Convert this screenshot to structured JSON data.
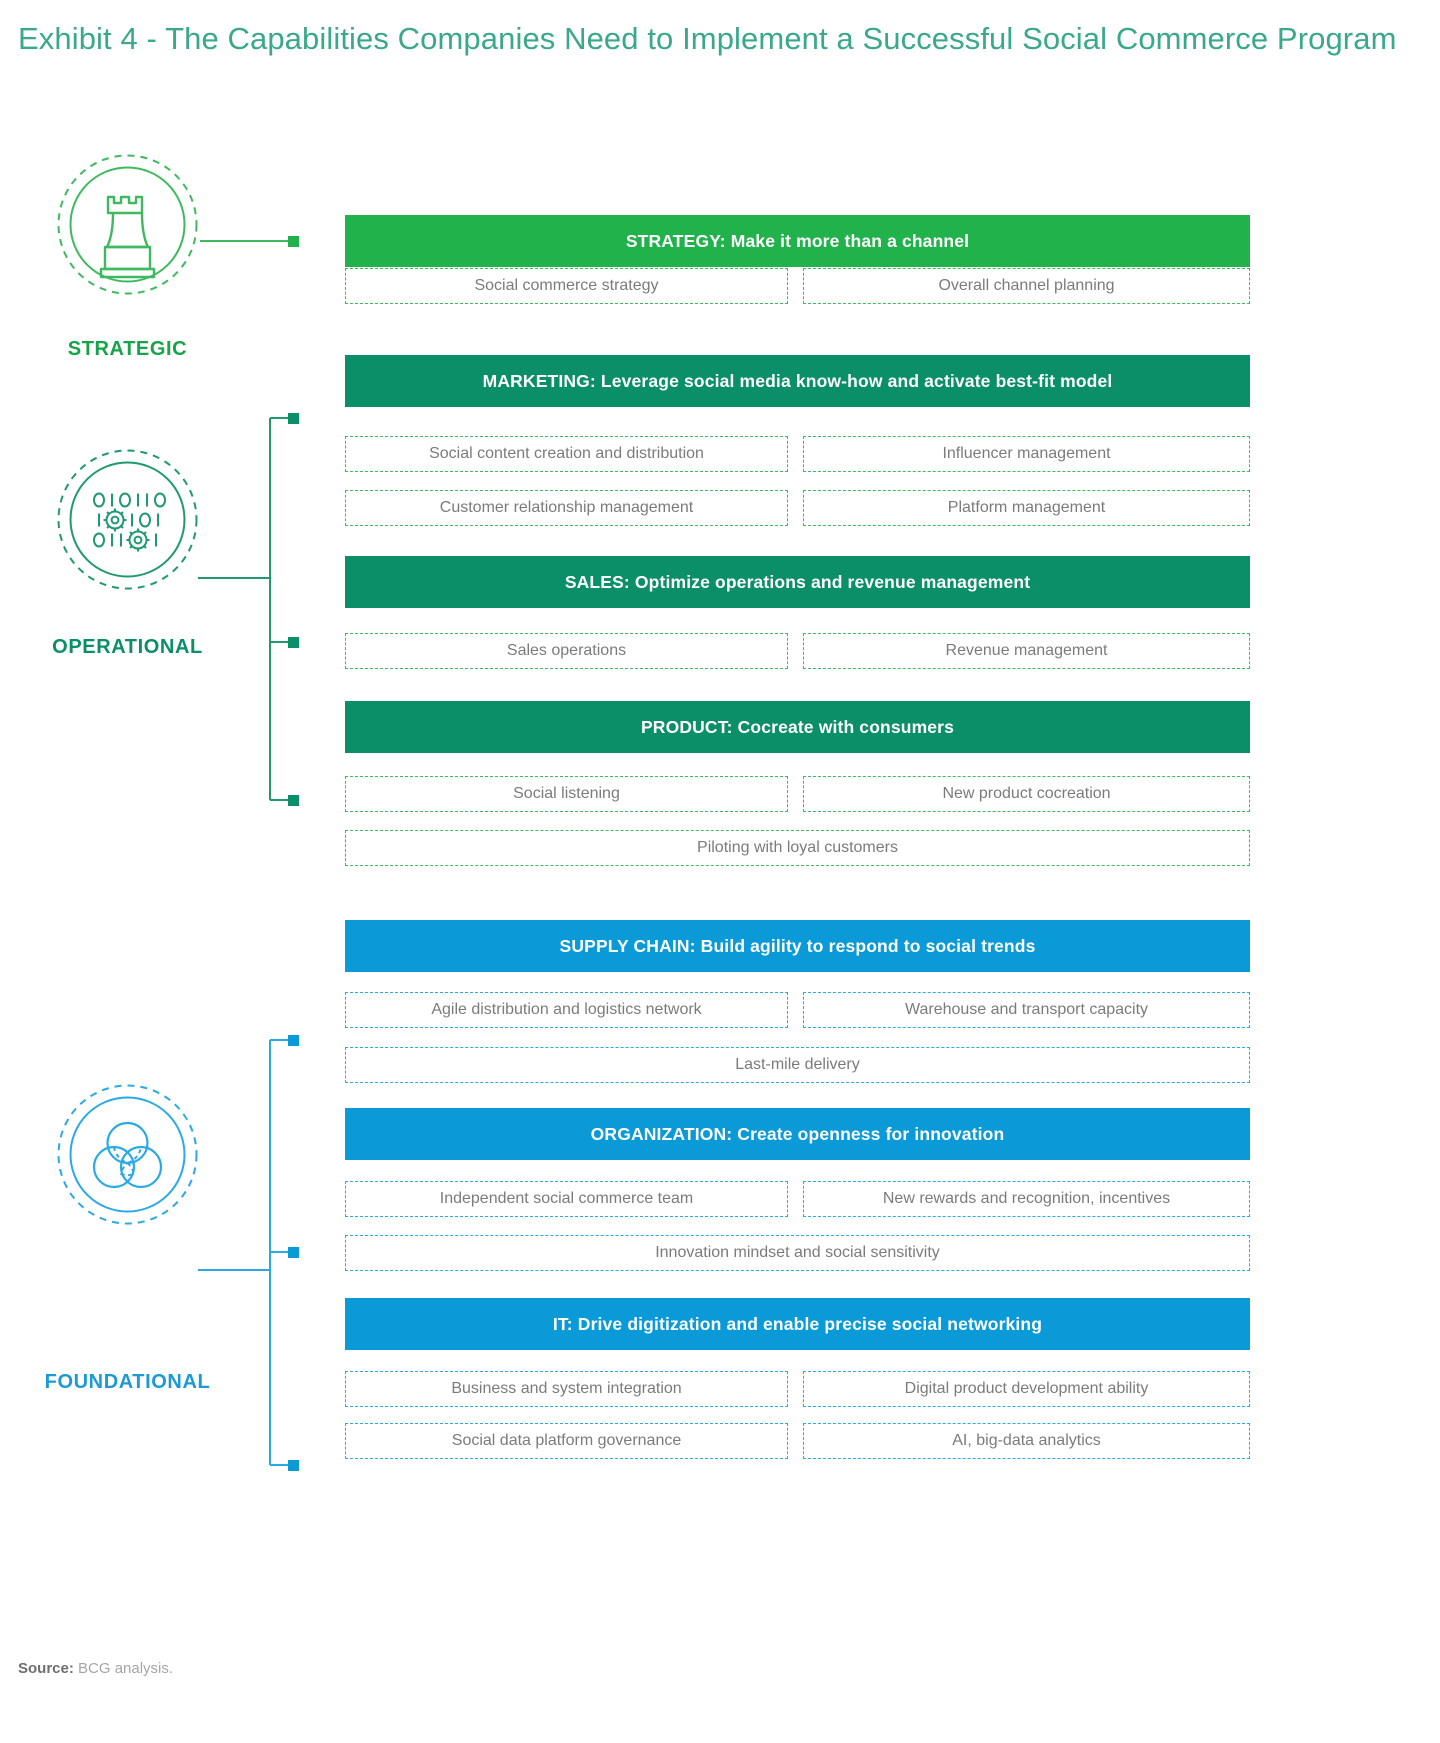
{
  "title": "Exhibit 4 - The Capabilities Companies Need to Implement a Successful Social Commerce Program",
  "colors": {
    "title": "#3aa88b",
    "strategic": "#16a34a",
    "operational": "#0b8f68",
    "foundational": "#1c9ad6",
    "bar_green_bright": "#22b24c",
    "bar_green_dark": "#0b8f68",
    "bar_blue": "#0b9ad8",
    "dash_green": "#3fb95f",
    "dash_blue": "#2aa9e5",
    "subitem_text": "#7b7b7b"
  },
  "categories": [
    {
      "label": "STRATEGIC",
      "icon": "chess-rook-icon"
    },
    {
      "label": "OPERATIONAL",
      "icon": "binary-gears-icon"
    },
    {
      "label": "FOUNDATIONAL",
      "icon": "venn-circles-icon"
    }
  ],
  "sections": [
    {
      "id": "strategy",
      "header": "STRATEGY: Make it more than a channel",
      "items": [
        "Social commerce strategy",
        "Overall channel planning"
      ]
    },
    {
      "id": "marketing",
      "header": "MARKETING: Leverage social media know-how and activate best-fit model",
      "items": [
        "Social content creation and distribution",
        "Influencer management",
        "Customer relationship management",
        "Platform management"
      ]
    },
    {
      "id": "sales",
      "header": "SALES: Optimize operations and revenue management",
      "items": [
        "Sales operations",
        "Revenue management"
      ]
    },
    {
      "id": "product",
      "header": "PRODUCT: Cocreate with consumers",
      "items": [
        "Social listening",
        "New product cocreation",
        "Piloting with loyal customers"
      ]
    },
    {
      "id": "supply-chain",
      "header": "SUPPLY CHAIN: Build agility to respond to social trends",
      "items": [
        "Agile distribution and logistics network",
        "Warehouse and transport capacity",
        "Last-mile delivery"
      ]
    },
    {
      "id": "organization",
      "header": "ORGANIZATION: Create openness for innovation",
      "items": [
        "Independent social commerce team",
        "New rewards and recognition, incentives",
        "Innovation mindset and social sensitivity"
      ]
    },
    {
      "id": "it",
      "header": "IT: Drive digitization and enable precise social networking",
      "items": [
        "Business and system integration",
        "Digital product development ability",
        "Social data platform governance",
        "AI, big-data analytics"
      ]
    }
  ],
  "source": {
    "label": "Source:",
    "text": " BCG analysis."
  }
}
